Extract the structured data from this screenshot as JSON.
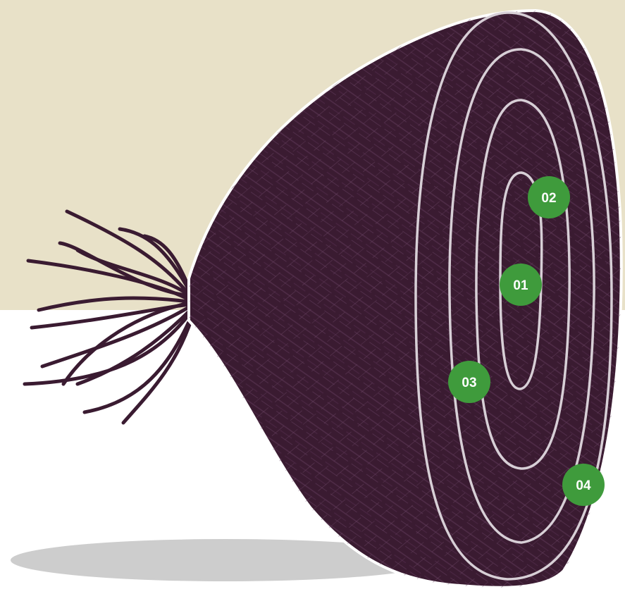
{
  "colors": {
    "backdrop_upper": "#e8e1c8",
    "backdrop_lower": "#ffffff",
    "bulb": "#3a1b31",
    "bulb_texture": "#5a3452",
    "rings": "#d7cfd6",
    "shadow": "#cdcdcd",
    "marker": "#3f9b3c",
    "marker_text": "#ffffff"
  },
  "illustration": {
    "subject": "onion-half-cross-section",
    "markers": [
      {
        "id": "01",
        "label": "01"
      },
      {
        "id": "02",
        "label": "02"
      },
      {
        "id": "03",
        "label": "03"
      },
      {
        "id": "04",
        "label": "04"
      }
    ]
  }
}
